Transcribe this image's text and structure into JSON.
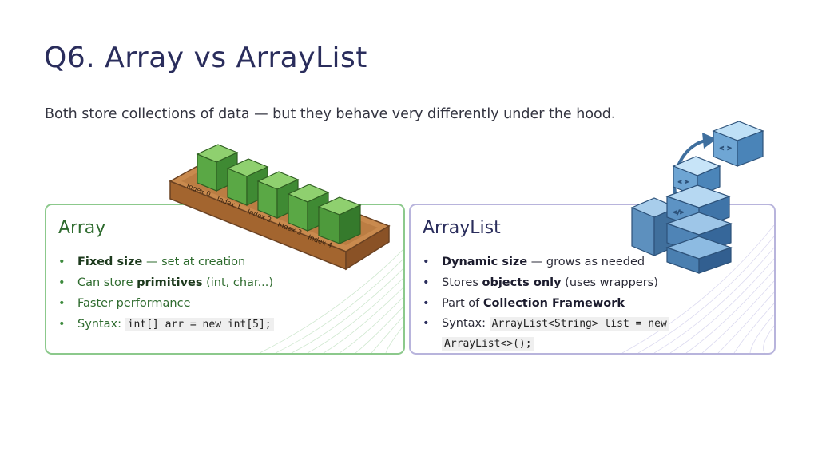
{
  "title": "Q6. Array vs ArrayList",
  "subtitle": "Both store collections of data — but they behave very differently under the hood.",
  "array_card": {
    "title": "Array",
    "bullets": [
      {
        "strong": "Fixed size",
        "rest": " — set at creation"
      },
      {
        "pre": "Can store ",
        "strong": "primitives",
        "rest": " (int, char...)"
      },
      {
        "text": "Faster performance"
      },
      {
        "pre": "Syntax: ",
        "code": "int[] arr = new int[5];"
      }
    ]
  },
  "arraylist_card": {
    "title": "ArrayList",
    "bullets": [
      {
        "strong": "Dynamic size",
        "rest": " — grows as needed"
      },
      {
        "pre": "Stores ",
        "strong": "objects only",
        "rest": " (uses wrappers)"
      },
      {
        "pre": "Part of ",
        "strong": "Collection Framework"
      },
      {
        "pre": "Syntax: ",
        "code1": "ArrayList<String> list = new",
        "code2": "ArrayList<>();"
      }
    ]
  },
  "illustration": {
    "index_labels": [
      "Index 0",
      "Index 1",
      "Index 2",
      "Index 3",
      "Index 4"
    ],
    "block_glyphs": [
      "< >",
      "< >",
      "</>"
    ]
  },
  "colors": {
    "title": "#2a2d5c",
    "array_border": "#8cc98c",
    "arraylist_border": "#b8b4dc",
    "array_text": "#2e6b2e"
  }
}
